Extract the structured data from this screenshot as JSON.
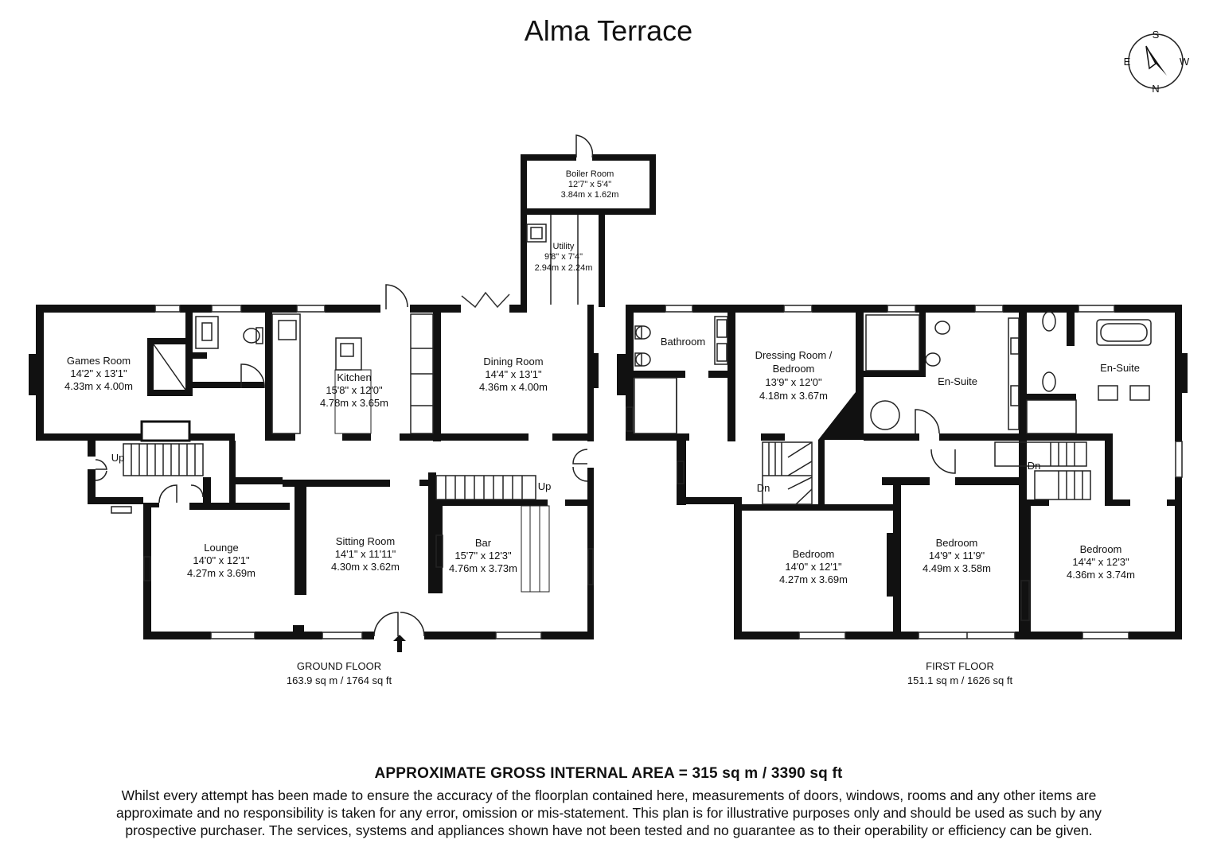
{
  "title": "Alma Terrace",
  "compass": {
    "s": "S",
    "e": "E",
    "w": "W",
    "n": "N",
    "icon": "compass-icon"
  },
  "ground_floor": {
    "label": "GROUND FLOOR",
    "area": "163.9 sq m / 1764 sq ft",
    "rooms": {
      "boiler": {
        "name": "Boiler Room",
        "imperial": "12'7\" x 5'4\"",
        "metric": "3.84m x 1.62m"
      },
      "utility": {
        "name": "Utility",
        "imperial": "9'8\" x 7'4\"",
        "metric": "2.94m x 2.24m"
      },
      "games": {
        "name": "Games Room",
        "imperial": "14'2\" x 13'1\"",
        "metric": "4.33m x 4.00m"
      },
      "kitchen": {
        "name": "Kitchen",
        "imperial": "15'8\" x 12'0\"",
        "metric": "4.78m x 3.65m"
      },
      "dining": {
        "name": "Dining Room",
        "imperial": "14'4\" x 13'1\"",
        "metric": "4.36m x 4.00m"
      },
      "lounge": {
        "name": "Lounge",
        "imperial": "14'0\" x 12'1\"",
        "metric": "4.27m x 3.69m"
      },
      "sitting": {
        "name": "Sitting Room",
        "imperial": "14'1\" x 11'11\"",
        "metric": "4.30m x 3.62m"
      },
      "bar": {
        "name": "Bar",
        "imperial": "15'7\" x 12'3\"",
        "metric": "4.76m x 3.73m"
      }
    },
    "stairs_up_1": "Up",
    "stairs_up_2": "Up"
  },
  "first_floor": {
    "label": "FIRST FLOOR",
    "area": "151.1 sq m / 1626 sq ft",
    "rooms": {
      "bathroom": {
        "name": "Bathroom"
      },
      "dressing": {
        "name_1": "Dressing Room /",
        "name_2": "Bedroom",
        "imperial": "13'9\" x 12'0\"",
        "metric": "4.18m x 3.67m"
      },
      "ensuite1": {
        "name": "En-Suite"
      },
      "ensuite2": {
        "name": "En-Suite"
      },
      "bed1": {
        "name": "Bedroom",
        "imperial": "14'0\" x 12'1\"",
        "metric": "4.27m x 3.69m"
      },
      "bed2": {
        "name": "Bedroom",
        "imperial": "14'9\" x 11'9\"",
        "metric": "4.49m x 3.58m"
      },
      "bed3": {
        "name": "Bedroom",
        "imperial": "14'4\" x 12'3\"",
        "metric": "4.36m x 3.74m"
      }
    },
    "stairs_dn_1": "Dn",
    "stairs_dn_2": "Dn"
  },
  "gross_area": "APPROXIMATE GROSS INTERNAL AREA = 315 sq m / 3390 sq ft",
  "disclaimer": "Whilst every attempt has been made to ensure the accuracy of the floorplan contained here, measurements of doors, windows, rooms and any other items are approximate and no responsibility is taken for any error, omission or mis-statement. This plan is for illustrative purposes only and should be used as such by any prospective purchaser. The services, systems and appliances shown have not been tested and no guarantee as to their operability or efficiency can be given."
}
